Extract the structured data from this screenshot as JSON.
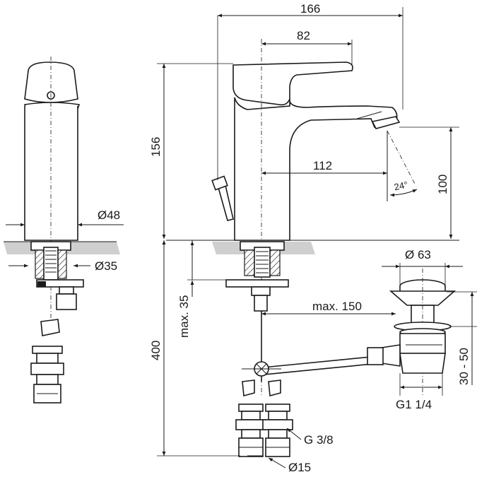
{
  "dimensions": {
    "total_width": "166",
    "handle_reach": "82",
    "spout_reach": "112",
    "spout_height": "100",
    "total_height": "156",
    "spout_angle": "24°",
    "base_diameter": "Ø48",
    "shank_diameter": "Ø35",
    "max_thickness": "max. 35",
    "max_distance": "max. 150",
    "waste_diameter": "Ø 63",
    "waste_adjust": "30 - 50",
    "waste_thread": "G1 1/4",
    "hose_length": "400",
    "hose_thread": "G 3/8",
    "hose_diameter": "Ø15"
  }
}
